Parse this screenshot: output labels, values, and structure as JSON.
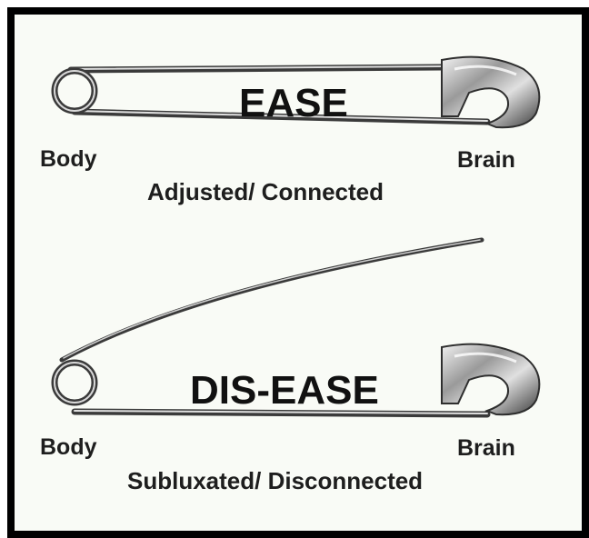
{
  "colors": {
    "border": "#000000",
    "background": "#f9fbf6",
    "metal_dark": "#4a4a4a",
    "metal_light": "#e6e6e6",
    "text": "#1e1e1e"
  },
  "pins": [
    {
      "state": "closed",
      "title": "EASE",
      "left_label": "Body",
      "right_label": "Brain",
      "caption": "Adjusted/ Connected"
    },
    {
      "state": "open",
      "title": "DIS-EASE",
      "left_label": "Body",
      "right_label": "Brain",
      "caption": "Subluxated/ Disconnected"
    }
  ]
}
